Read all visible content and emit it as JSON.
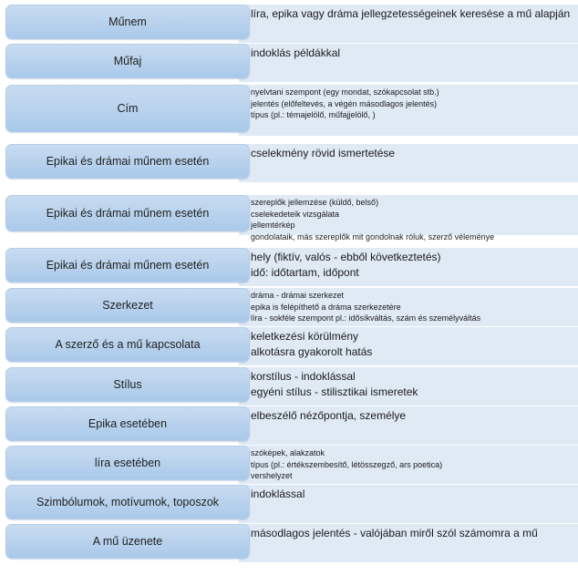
{
  "rows": [
    {
      "label": "Műnem",
      "size": "big",
      "lines": [
        "líra, epika vagy dráma jellegzetességeinek keresése a mű alapján"
      ]
    },
    {
      "label": "Műfaj",
      "size": "big",
      "lines": [
        "indoklás példákkal"
      ]
    },
    {
      "label": "Cím",
      "size": "small",
      "lines": [
        "nyelvtani szempont (egy mondat, szókapcsolat stb.)",
        "jelentés (előfeltevés, a végén másodlagos jelentés)",
        "típus (pl.: témajelölő, műfajjelölő, )"
      ]
    },
    {
      "label": "Epikai és drámai műnem esetén",
      "size": "big",
      "lines": [
        "cselekmény rövid ismertetése"
      ]
    },
    {
      "label": "Epikai és drámai műnem esetén",
      "size": "small",
      "lines": [
        "szereplők jellemzése (küldő, belső)",
        "cselekedeteik vizsgálata",
        "jellemtérkép",
        "gondolataik, más szereplők mit gondolnak róluk, szerző véleménye"
      ]
    },
    {
      "label": "Epikai és drámai műnem esetén",
      "size": "big",
      "lines": [
        "hely (fiktív, valós - ebből következtetés)",
        "idő: időtartam, időpont"
      ]
    },
    {
      "label": "Szerkezet",
      "size": "small",
      "lines": [
        "dráma - drámai szerkezet",
        "epika is felépíthető a dráma szerkezetére",
        "líra - sokféle szempont pl.: idősíkváltás, szám és személyváltás"
      ]
    },
    {
      "label": "A szerző és a mű kapcsolata",
      "size": "big",
      "lines": [
        "keletkezési körülmény",
        "alkotásra gyakorolt hatás"
      ]
    },
    {
      "label": "Stílus",
      "size": "big",
      "lines": [
        "korstílus - indoklással",
        "egyéni stílus - stilisztikai ismeretek"
      ]
    },
    {
      "label": "Epika esetében",
      "size": "big",
      "lines": [
        "elbeszélő nézőpontja, személye"
      ]
    },
    {
      "label": "líra esetében",
      "size": "small",
      "lines": [
        "szóképek, alakzatok",
        "típus (pl.: értékszembesítő, létösszegző, ars poetica)",
        "vershelyzet"
      ]
    },
    {
      "label": "Szimbólumok, motívumok, toposzok",
      "size": "big",
      "lines": [
        "indoklással"
      ]
    },
    {
      "label": "A mű üzenete",
      "size": "big",
      "lines": [
        "másodlagos jelentés - valójában miről szól számomra a mű"
      ]
    }
  ]
}
